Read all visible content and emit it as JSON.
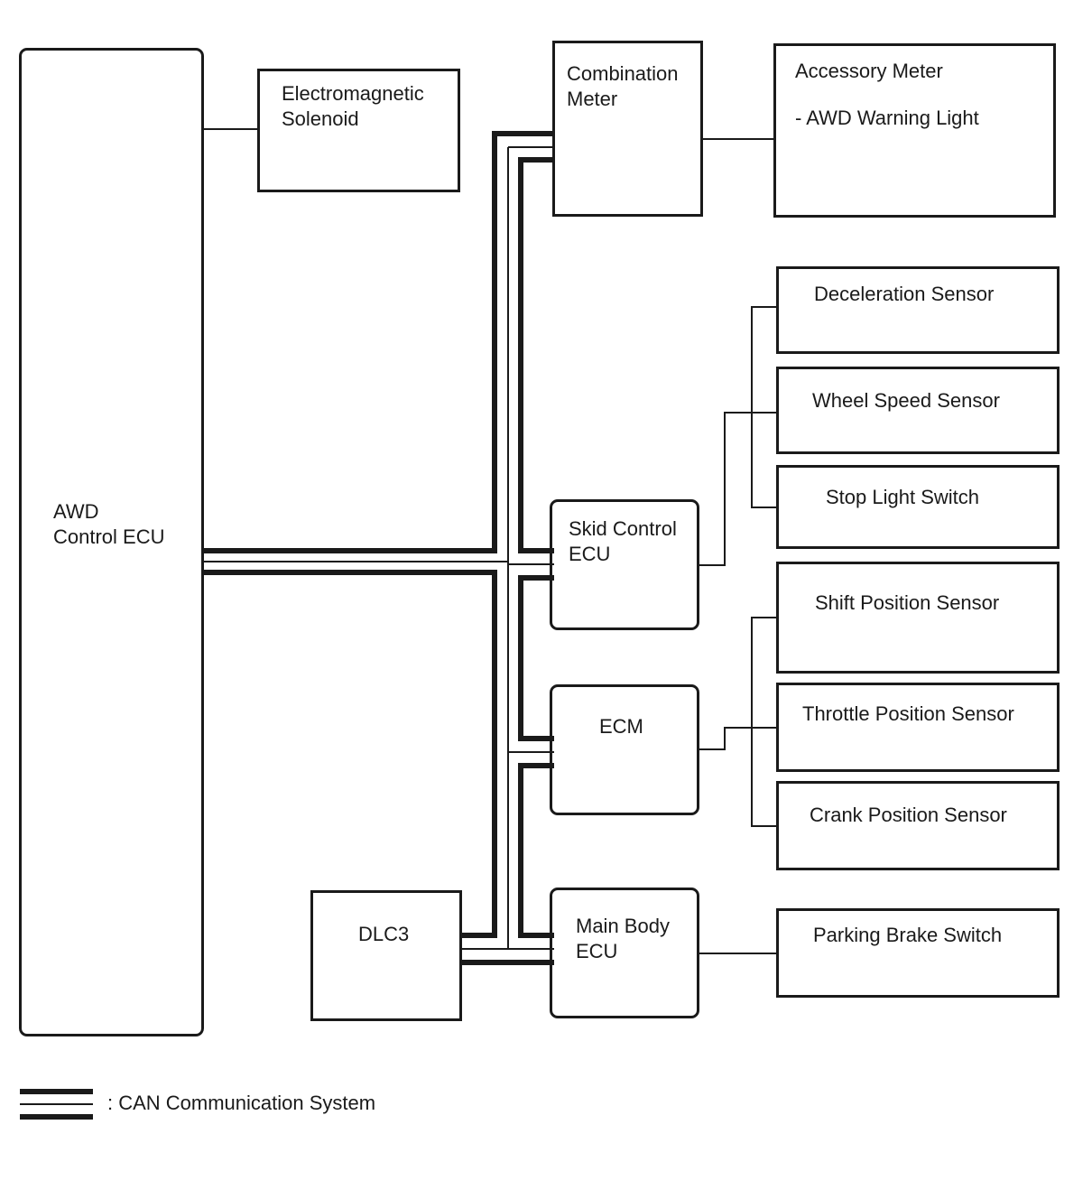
{
  "components": {
    "awd_ecu": "AWD\nControl ECU",
    "solenoid": "Electromagnetic\nSolenoid",
    "combination_meter": "Combination\nMeter",
    "accessory_meter": "Accessory Meter",
    "accessory_meter_item": "- AWD Warning Light",
    "skid_control_ecu": "Skid Control\nECU",
    "ecm": "ECM",
    "main_body_ecu": "Main Body\nECU",
    "dlc3": "DLC3",
    "deceleration_sensor": "Deceleration Sensor",
    "wheel_speed_sensor": "Wheel Speed Sensor",
    "stop_light_switch": "Stop Light Switch",
    "shift_position_sensor": "Shift Position Sensor",
    "throttle_position_sensor": "Throttle Position Sensor",
    "crank_position_sensor": "Crank Position Sensor",
    "parking_brake_switch": "Parking Brake Switch"
  },
  "legend": {
    "can_label": ": CAN Communication System"
  }
}
